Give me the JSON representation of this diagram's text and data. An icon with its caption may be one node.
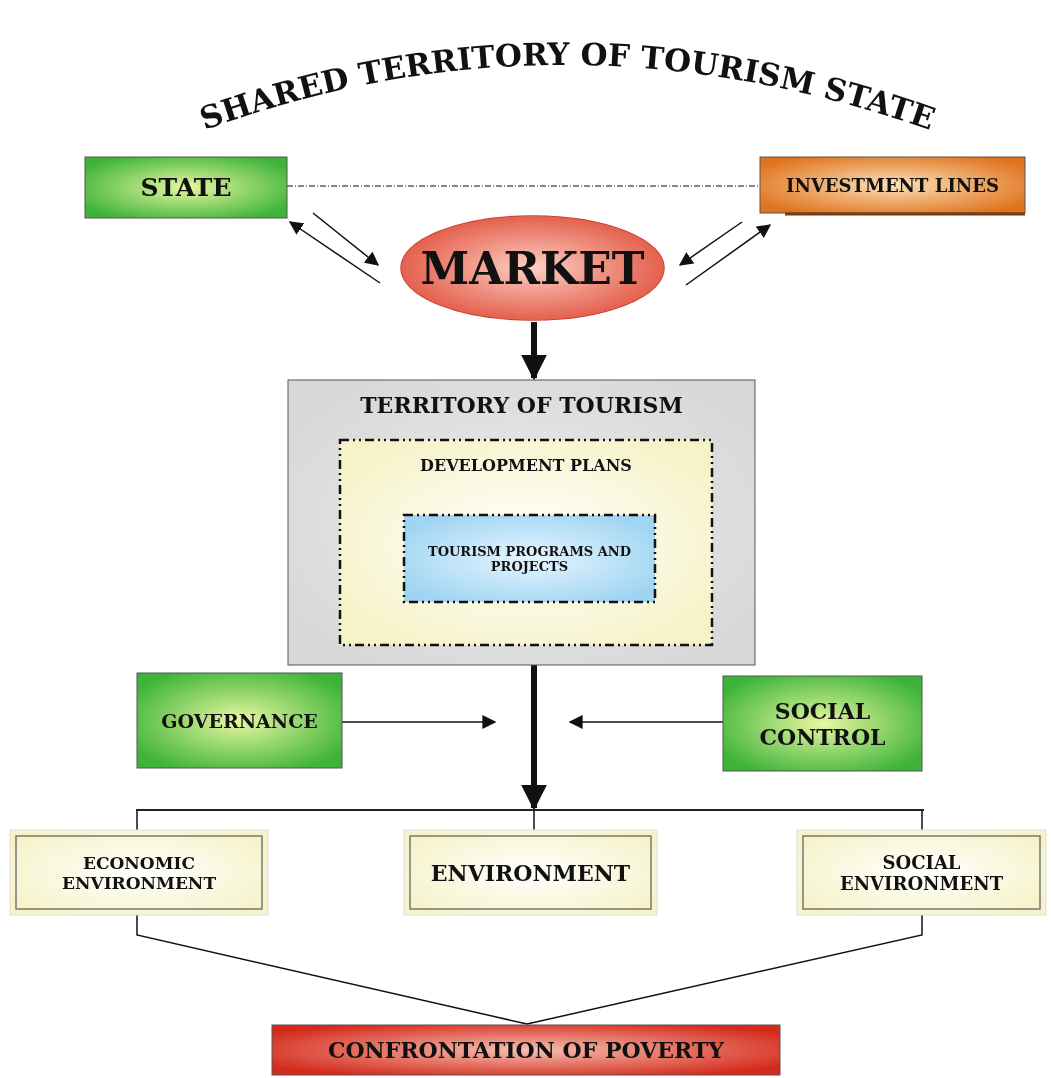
{
  "diagram": {
    "title": "SHARED TERRITORY OF TOURISM STATE",
    "nodes": [
      {
        "text": [
          "STATE"
        ]
      },
      {
        "text": [
          "INVESTMENT LINES"
        ]
      },
      {
        "text": [
          "MARKET"
        ]
      },
      {
        "text": [
          "TERRITORY OF TOURISM"
        ]
      },
      {
        "text": [
          "DEVELOPMENT PLANS"
        ],
        "in": 3
      },
      {
        "text": [
          "TOURISM PROGRAMS AND PROJECTS"
        ],
        "in": 4
      },
      {
        "text": [
          "GOVERNANCE"
        ]
      },
      {
        "text": [
          "SOCIAL CONTROL"
        ]
      },
      {
        "text": [
          "ECONOMIC ENVIRONMENT"
        ]
      },
      {
        "text": [
          "ENVIRONMENT"
        ]
      },
      {
        "text": [
          "SOCIAL ENVIRONMENT"
        ]
      },
      {
        "text": [
          "CONFRONTATION OF POVERTY"
        ]
      },
      {
        "text": [],
        "shape": "bar"
      }
    ],
    "edges": [
      {
        "from": 0,
        "to": 1,
        "arrow": "none",
        "style": "dashed"
      },
      {
        "from": 2,
        "to": 0,
        "arrow": "to"
      },
      {
        "from": 0,
        "to": 2,
        "arrow": "to"
      },
      {
        "from": 1,
        "to": 2,
        "arrow": "to"
      },
      {
        "from": 2,
        "to": 1,
        "arrow": "to"
      },
      {
        "from": 2,
        "to": 3,
        "arrow": "to",
        "style": "thick"
      },
      {
        "from": 3,
        "to": 12,
        "arrow": "to",
        "style": "thick"
      },
      {
        "from": 12,
        "to": 8,
        "arrow": "none"
      },
      {
        "from": 12,
        "to": 9,
        "arrow": "none"
      },
      {
        "from": 12,
        "to": 10,
        "arrow": "none"
      },
      {
        "from": 6,
        "to": null,
        "arrow": "to"
      },
      {
        "from": 7,
        "to": null,
        "arrow": "to"
      },
      {
        "from": 8,
        "to": 11,
        "arrow": "none"
      },
      {
        "from": 10,
        "to": 11,
        "arrow": "none"
      }
    ]
  }
}
